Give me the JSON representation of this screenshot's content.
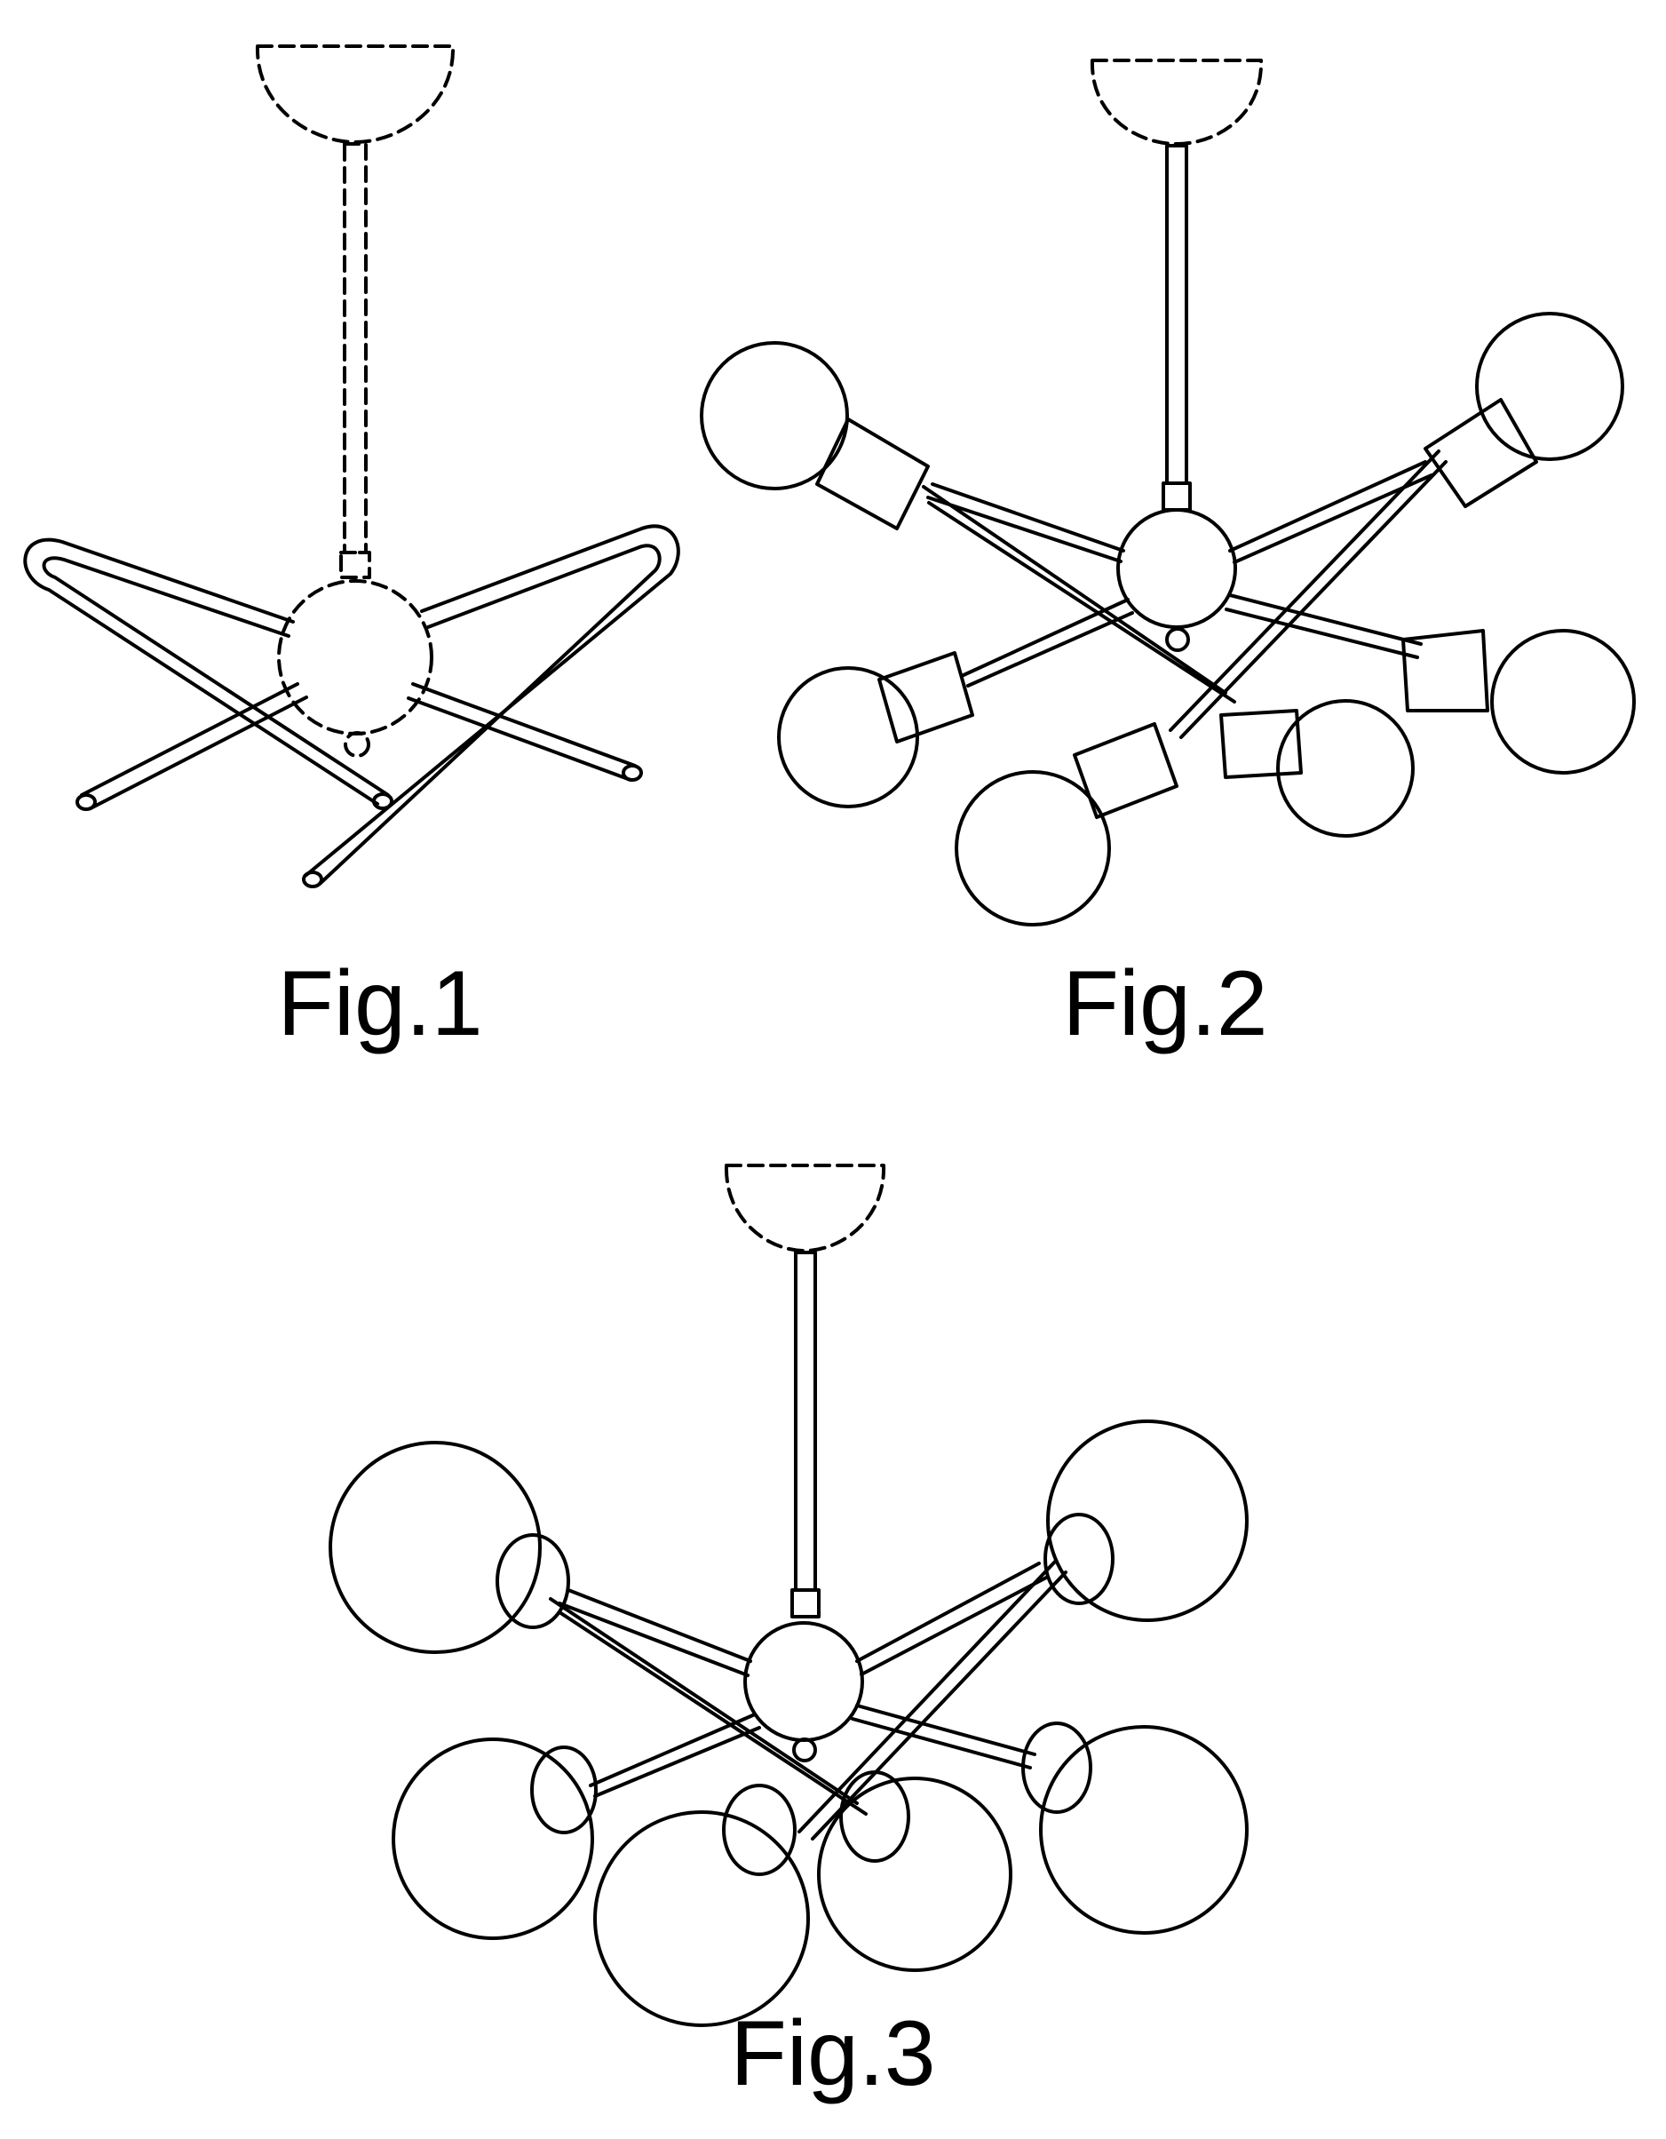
{
  "figures": [
    {
      "caption": "Fig.1",
      "content": "lamp frame with canopy, stem and hub shown dashed"
    },
    {
      "caption": "Fig.2",
      "content": "frame fitted with six bulb sockets and bulbs"
    },
    {
      "caption": "Fig.3",
      "content": "frame fitted with six globe shades"
    }
  ],
  "colors": {
    "line": "#000000",
    "background": "#ffffff"
  }
}
